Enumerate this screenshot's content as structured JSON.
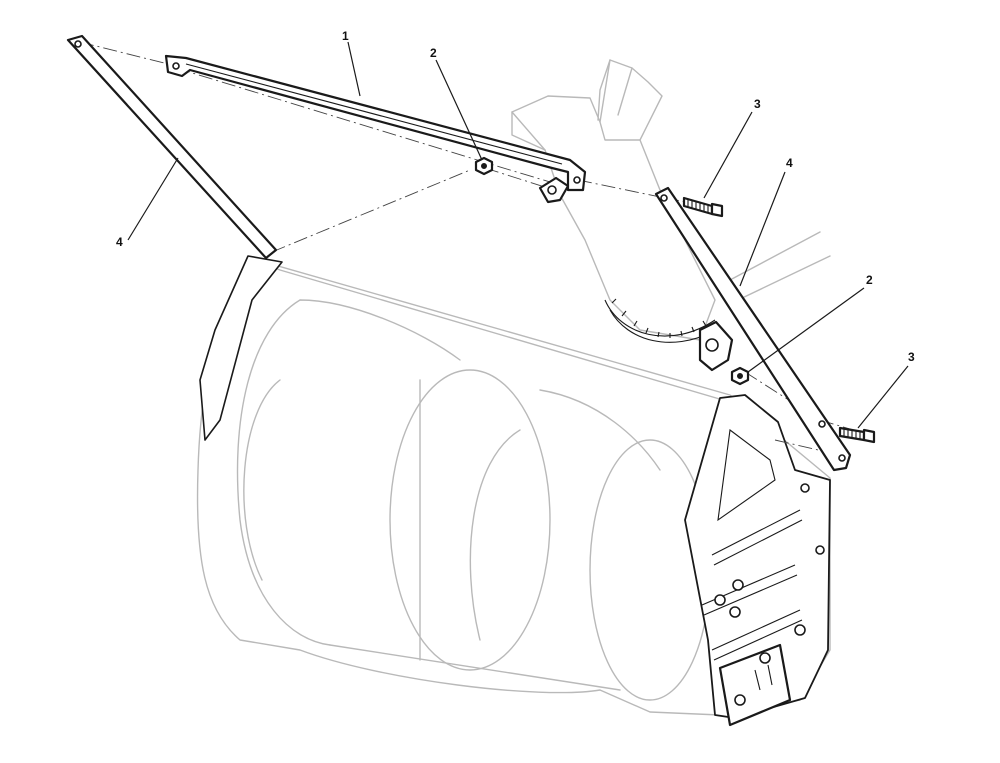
{
  "diagram": {
    "callouts": [
      {
        "id": "callout-1",
        "label": "1"
      },
      {
        "id": "callout-2-top",
        "label": "2"
      },
      {
        "id": "callout-3-top",
        "label": "3"
      },
      {
        "id": "callout-4-right",
        "label": "4"
      },
      {
        "id": "callout-4-left",
        "label": "4"
      },
      {
        "id": "callout-2-right",
        "label": "2"
      },
      {
        "id": "callout-3-right",
        "label": "3"
      }
    ],
    "colors": {
      "parts": "#1a1a1a",
      "ghost_assembly": "#b9b9b9",
      "background": "#ffffff"
    }
  }
}
